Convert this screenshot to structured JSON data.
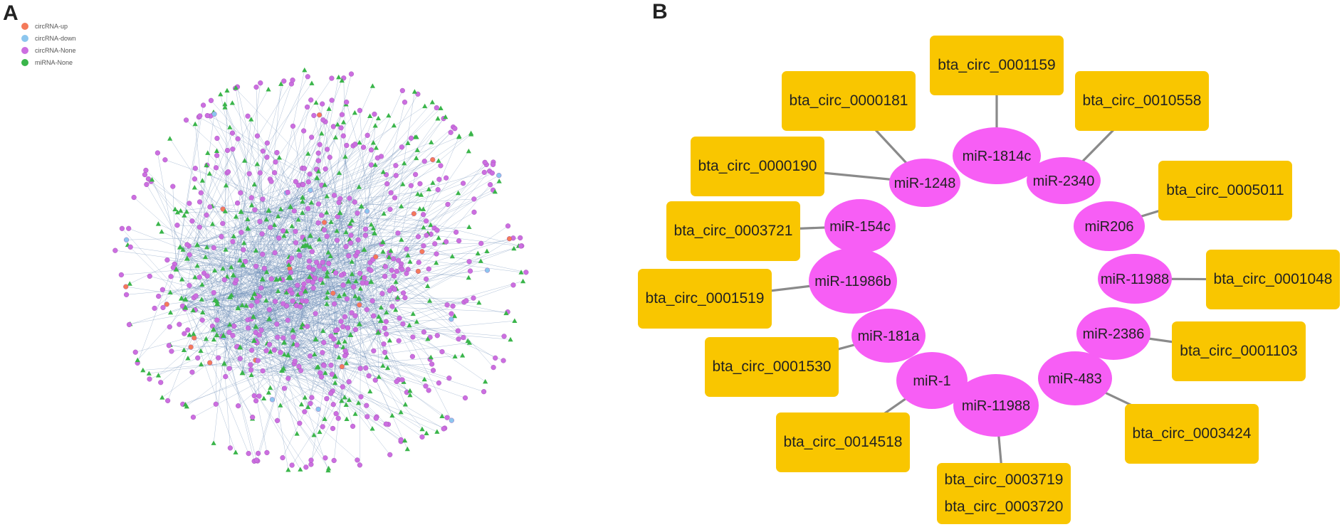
{
  "panels": {
    "a": "A",
    "b": "B"
  },
  "legend": [
    {
      "label": "circRNA-up",
      "color": "#f47a5a"
    },
    {
      "label": "circRNA-down",
      "color": "#8cc6ee"
    },
    {
      "label": "circRNA-None",
      "color": "#cc6ee0"
    },
    {
      "label": "miRNA-None",
      "color": "#3ab54a"
    }
  ],
  "network_b": {
    "mirna_color": "#f75ef5",
    "circ_color": "#f9c600",
    "edge_color": "#8a8a8a",
    "mirnas": [
      "miR-1814c",
      "miR-2340",
      "miR206",
      "miR-11988",
      "miR-2386",
      "miR-483",
      "miR-11988",
      "miR-1",
      "miR-181a",
      "miR-11986b",
      "miR-154c",
      "miR-1248"
    ],
    "circrnas": [
      [
        "bta_circ_0001159"
      ],
      [
        "bta_circ_0010558"
      ],
      [
        "bta_circ_0005011"
      ],
      [
        "bta_circ_0001048"
      ],
      [
        "bta_circ_0001103"
      ],
      [
        "bta_circ_0003424"
      ],
      [
        "bta_circ_0003719",
        "bta_circ_0003720"
      ],
      [
        "bta_circ_0014518"
      ],
      [
        "bta_circ_0001530"
      ],
      [
        "bta_circ_0001519"
      ],
      [
        "bta_circ_0003721"
      ],
      [
        "bta_circ_0000190"
      ],
      [
        "bta_circ_0000181"
      ]
    ]
  }
}
